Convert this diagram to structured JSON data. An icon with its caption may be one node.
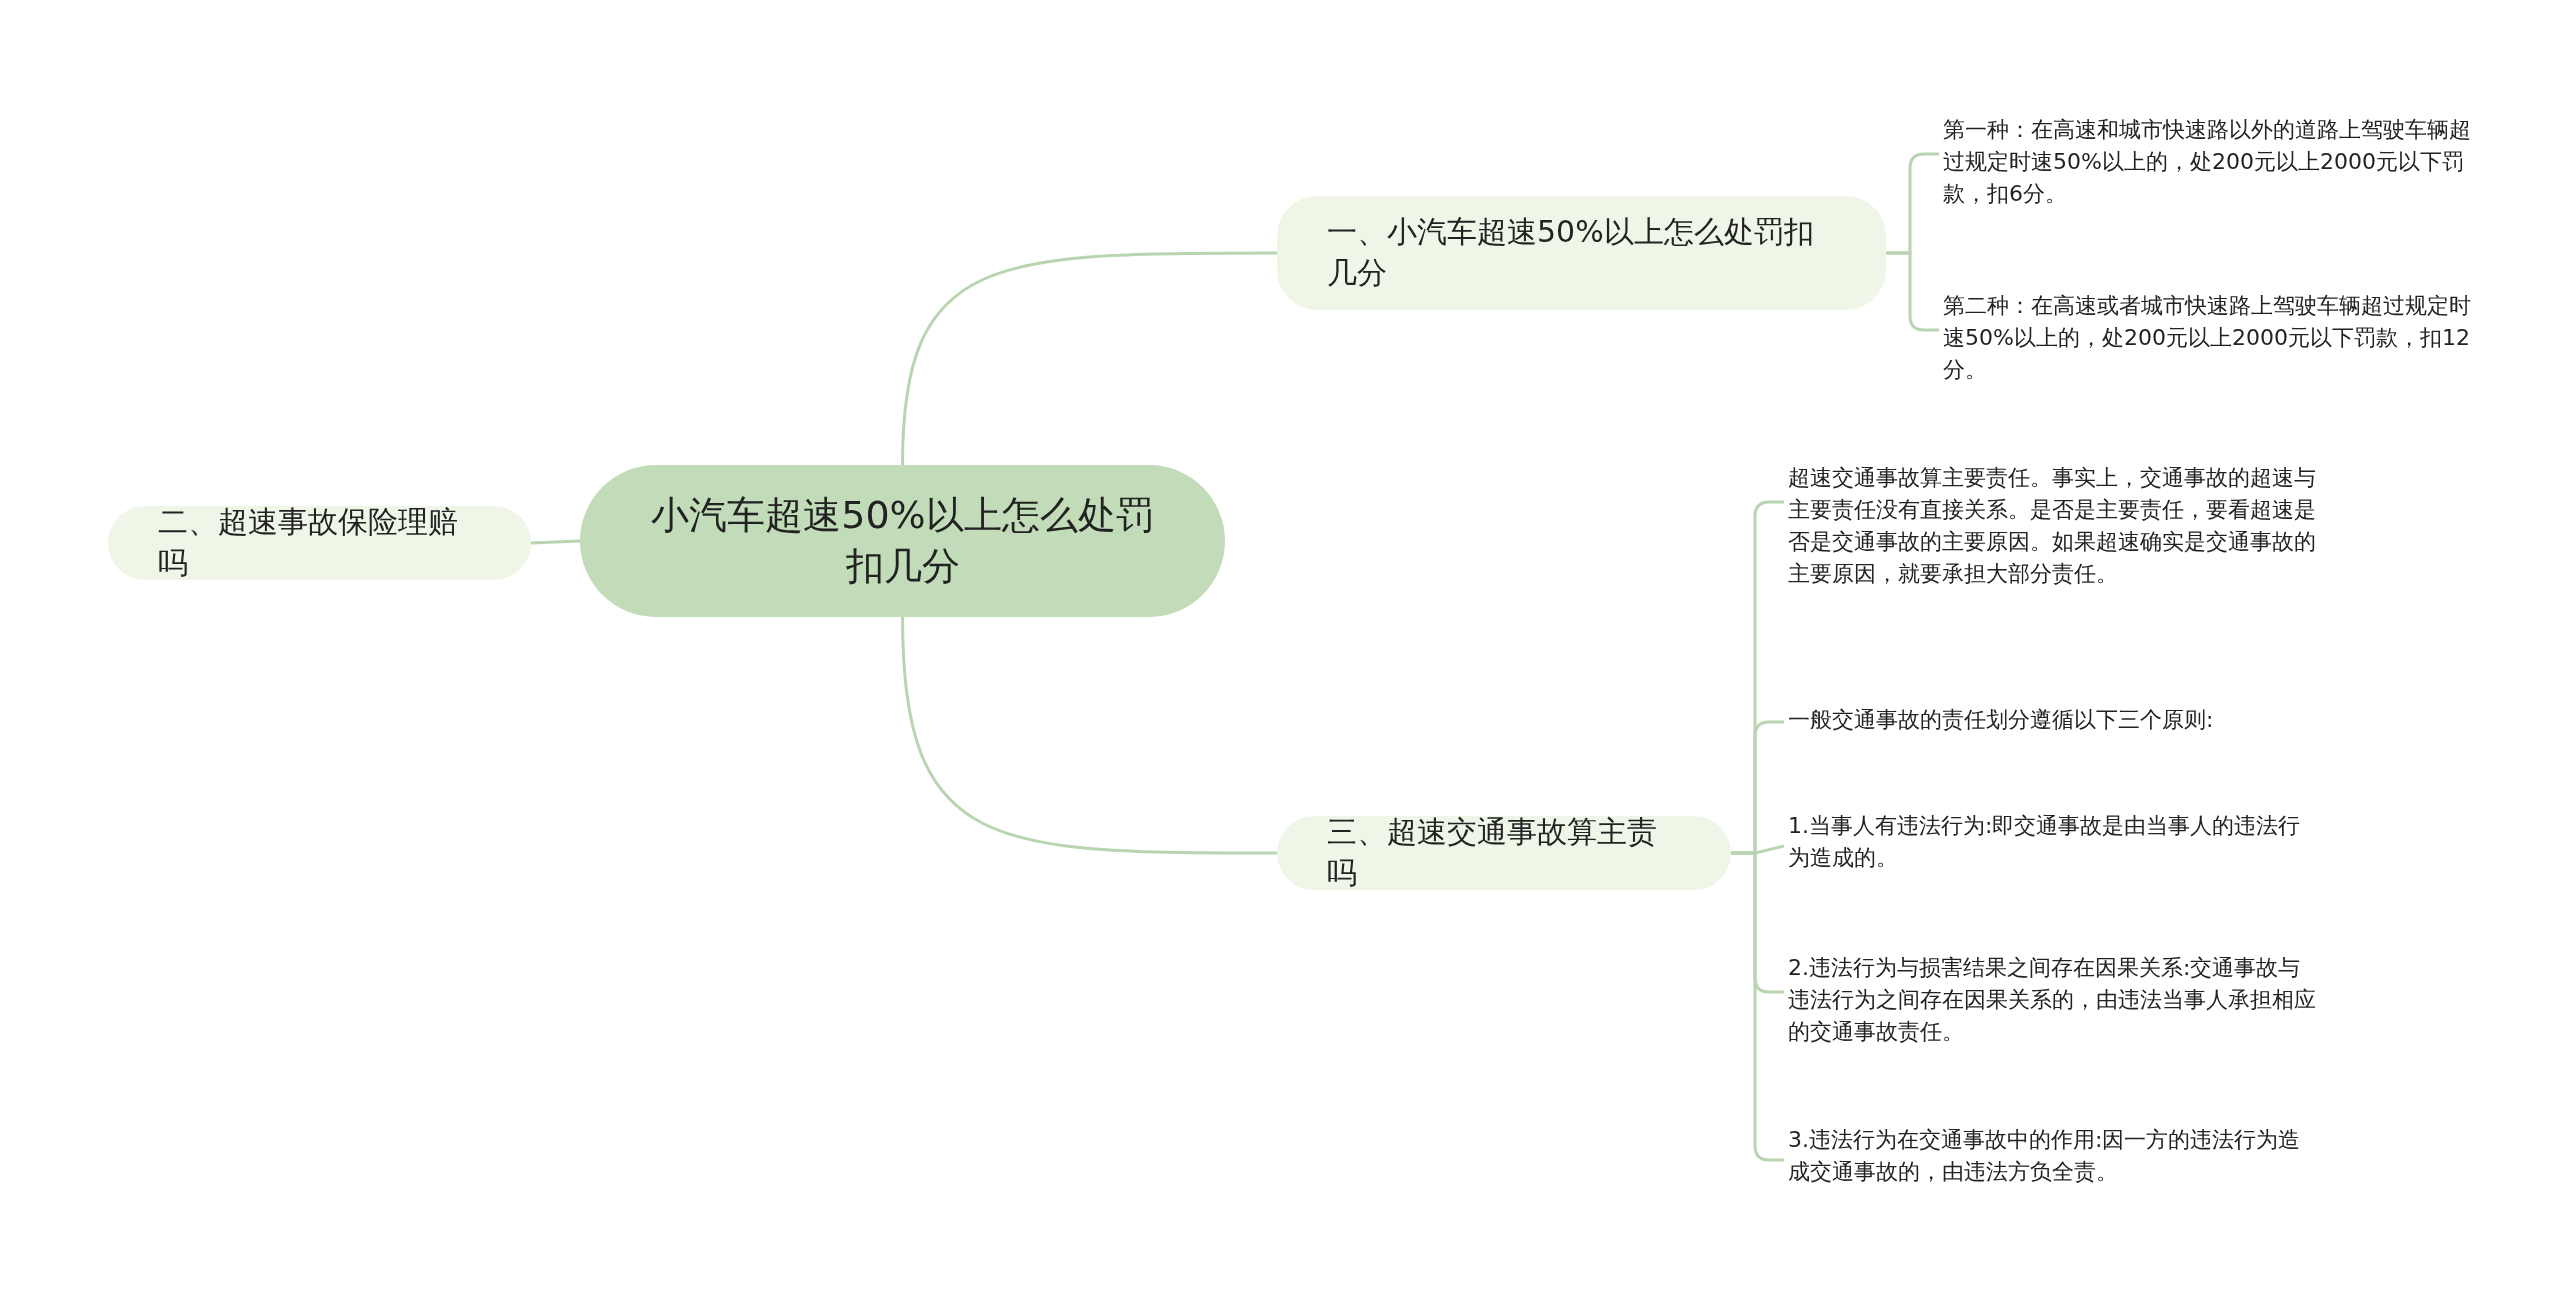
{
  "diagram": {
    "nodes": [
      {
        "text": [
          "小汽车超速50%以上怎么处罚扣几分"
        ]
      },
      {
        "text": [
          "一、小汽车超速50%以上怎么处罚扣几分"
        ]
      },
      {
        "text": [
          "第一种：在高速和城市快速路以外的道路上驾驶车辆超过规定时速50%以上的，处200元以上2000元以下罚款，扣6分。"
        ]
      },
      {
        "text": [
          "第二种：在高速或者城市快速路上驾驶车辆超过规定时速50%以上的，处200元以上2000元以下罚款，扣12分。"
        ]
      },
      {
        "text": [
          "二、超速事故保险理赔吗"
        ]
      },
      {
        "text": [
          "三、超速交通事故算主责吗"
        ]
      },
      {
        "text": [
          "超速交通事故算主要责任。事实上，交通事故的超速与主要责任没有直接关系。是否是主要责任，要看超速是否是交通事故的主要原因。如果超速确实是交通事故的主要原因，就要承担大部分责任。"
        ]
      },
      {
        "text": [
          "一般交通事故的责任划分遵循以下三个原则:"
        ]
      },
      {
        "text": [
          "1.当事人有违法行为:即交通事故是由当事人的违法行为造成的。"
        ]
      },
      {
        "text": [
          "2.违法行为与损害结果之间存在因果关系:交通事故与违法行为之间存在因果关系的，由违法当事人承担相应的交通事故责任。"
        ]
      },
      {
        "text": [
          "3.违法行为在交通事故中的作用:因一方的违法行为造成交通事故的，由违法方负全责。"
        ]
      }
    ],
    "edges": [
      {
        "from": 0,
        "to": 1,
        "arrow": "none"
      },
      {
        "from": 1,
        "to": 2,
        "arrow": "none"
      },
      {
        "from": 1,
        "to": 3,
        "arrow": "none"
      },
      {
        "from": 0,
        "to": 4,
        "arrow": "none"
      },
      {
        "from": 0,
        "to": 5,
        "arrow": "none"
      },
      {
        "from": 5,
        "to": 6,
        "arrow": "none"
      },
      {
        "from": 5,
        "to": 7,
        "arrow": "none"
      },
      {
        "from": 5,
        "to": 8,
        "arrow": "none"
      },
      {
        "from": 5,
        "to": 9,
        "arrow": "none"
      },
      {
        "from": 5,
        "to": 10,
        "arrow": "none"
      }
    ]
  }
}
